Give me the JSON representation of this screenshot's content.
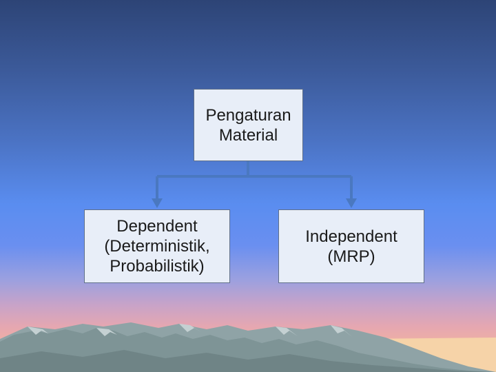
{
  "diagram": {
    "root": {
      "label": "Pengaturan\nMaterial"
    },
    "children": [
      {
        "label": "Dependent\n(Deterministik,\nProbabilistik)"
      },
      {
        "label": "Independent\n(MRP)"
      }
    ]
  },
  "colors": {
    "box_fill": "#e8eef8",
    "box_border": "#5f6f88",
    "connector": "#4a78c0",
    "sky_top": "#2d4476",
    "horizon": "#f4c9a0"
  }
}
